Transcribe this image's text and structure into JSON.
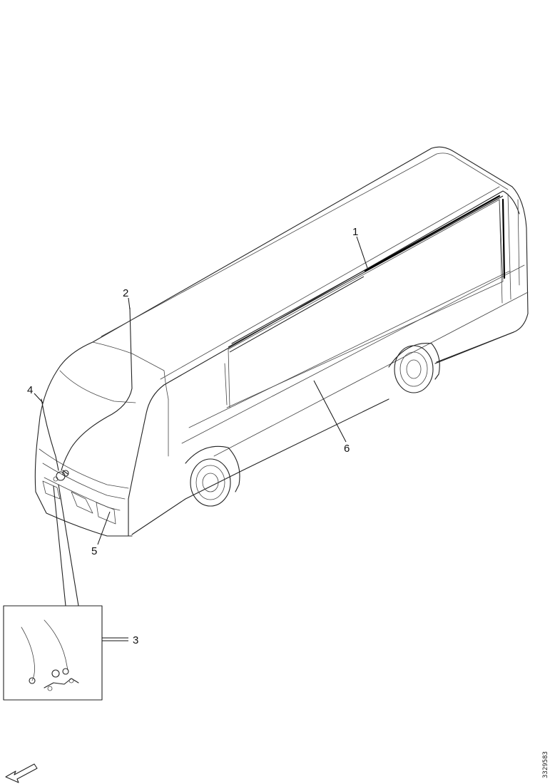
{
  "diagram": {
    "callouts": [
      {
        "id": "1",
        "label": "1"
      },
      {
        "id": "2",
        "label": "2"
      },
      {
        "id": "3",
        "label": "3"
      },
      {
        "id": "4",
        "label": "4"
      },
      {
        "id": "5",
        "label": "5"
      },
      {
        "id": "6",
        "label": "6"
      }
    ],
    "figure_id": "3329583",
    "icons": {
      "direction_arrow": "forward-direction-arrow-icon"
    }
  }
}
